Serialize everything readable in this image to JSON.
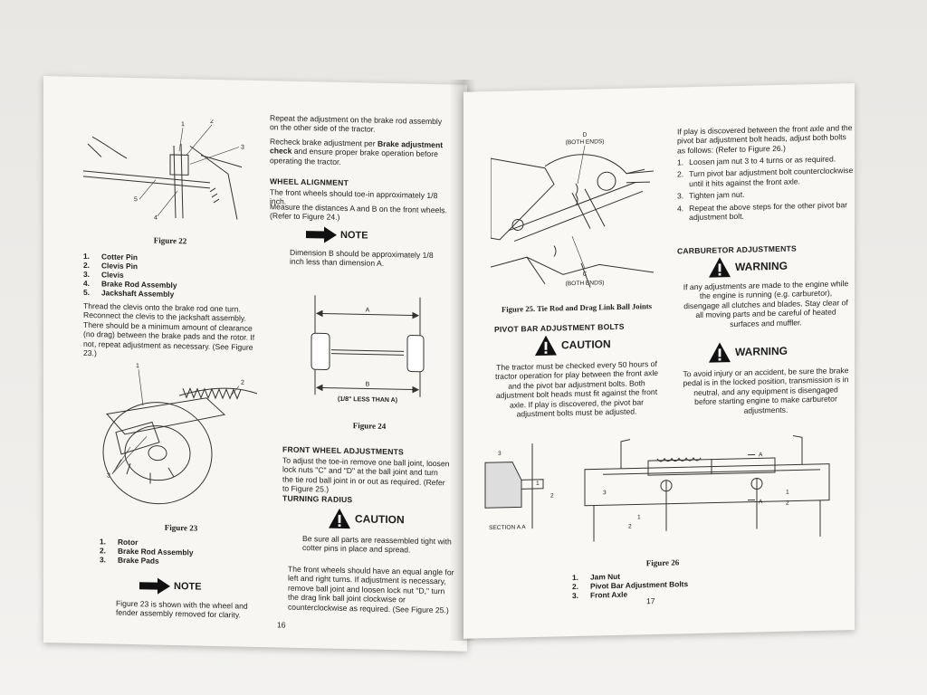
{
  "left_page": {
    "fig22": {
      "callouts": [
        "1",
        "2",
        "3",
        "4",
        "5"
      ],
      "caption": "Figure 22",
      "parts": [
        {
          "num": "1.",
          "label": "Cotter Pin"
        },
        {
          "num": "2.",
          "label": "Clevis Pin"
        },
        {
          "num": "3.",
          "label": "Clevis"
        },
        {
          "num": "4.",
          "label": "Brake Rod Assembly"
        },
        {
          "num": "5.",
          "label": "Jackshaft Assembly"
        }
      ]
    },
    "thread_paragraph": "Thread the clevis onto the brake rod one turn. Reconnect the clevis to the jackshaft assembly. There should be a minimum amount of clearance (no drag) between the brake pads and the rotor. If not, repeat adjustment as necessary. (See Figure 23.)",
    "fig23": {
      "callouts": [
        "1",
        "2",
        "3"
      ],
      "caption": "Figure 23",
      "parts": [
        {
          "num": "1.",
          "label": "Rotor"
        },
        {
          "num": "2.",
          "label": "Brake Rod Assembly"
        },
        {
          "num": "3.",
          "label": "Brake Pads"
        }
      ]
    },
    "note_bottom": {
      "label": "NOTE",
      "text": "Figure 23 is shown with the wheel and fender assembly removed for clarity."
    },
    "col2": {
      "repeat_text": "Repeat the adjustment on the brake rod assembly on the other side of the tractor.",
      "recheck_pre": "Recheck brake adjustment per ",
      "recheck_bold": "Brake adjustment check",
      "recheck_post": " and ensure proper brake operation before operating the tractor.",
      "wheel_alignment_heading": "WHEEL ALIGNMENT",
      "wheel_alignment_text1": "The front wheels should toe-in approximately 1/8 inch.",
      "wheel_alignment_text2": "Measure the distances A and B on the front wheels. (Refer to Figure 24.)",
      "note_label": "NOTE",
      "note_text": "Dimension B should be approximately 1/8 inch less than dimension A.",
      "fig24_a": "A",
      "fig24_b": "B",
      "fig24_dim": "(1/8\" LESS THAN A)",
      "fig24_caption": "Figure 24",
      "fwa_heading": "FRONT WHEEL ADJUSTMENTS",
      "fwa_text": "To adjust the toe-in remove one ball joint, loosen lock nuts \"C\" and \"D\" at the ball joint and turn the tie rod ball joint in or out as required. (Refer to Figure 25.)",
      "turning_heading": "TURNING RADIUS",
      "caution_label": "CAUTION",
      "caution_text": "Be sure all parts are reassembled tight with cotter pins in place and spread.",
      "front_wheels_text": "The front wheels should have an equal angle for left and right turns. If adjustment is necessary, remove ball joint and loosen lock nut \"D,\" turn the drag link ball joint clockwise or counterclockwise as required. (See Figure 25.)"
    },
    "page_number": "16"
  },
  "right_page": {
    "fig25": {
      "label_d": "D",
      "label_both_top": "(BOTH ENDS)",
      "label_both_bottom": "(BOTH ENDS)",
      "label_c": "C",
      "caption": "Figure 25. Tie Rod and Drag Link Ball Joints"
    },
    "pivot_heading": "PIVOT BAR ADJUSTMENT BOLTS",
    "caution_label": "CAUTION",
    "caution_text": "The tractor must be checked every 50 hours of tractor operation for play between the front axle and the pivot bar adjustment bolts. Both adjustment bolt heads must fit against the front axle. If play is discovered, the pivot bar adjustment bolts must be adjusted.",
    "play_text": "If play is discovered between the front axle and the pivot bar adjustment bolt heads, adjust both bolts as follows: (Refer to Figure 26.)",
    "steps": [
      {
        "num": "1.",
        "text": "Loosen jam nut 3 to 4 turns or as required."
      },
      {
        "num": "2.",
        "text": "Turn pivot bar adjustment bolt counterclockwise until it hits against the front axle."
      },
      {
        "num": "3.",
        "text": "Tighten jam nut."
      },
      {
        "num": "4.",
        "text": "Repeat the above steps for the other pivot bar adjustment bolt."
      }
    ],
    "carb_heading": "CARBURETOR ADJUSTMENTS",
    "warning1_label": "WARNING",
    "warning1_text": "If any adjustments are made to the engine while the engine is running (e.g. carburetor), disengage all clutches and blades. Stay clear of all moving parts and be careful of heated surfaces and muffler.",
    "warning2_label": "WARNING",
    "warning2_text": "To avoid injury or an accident, be sure the brake pedal is in the locked position, transmission is in neutral, and any equipment is disengaged before starting engine to make carburetor adjustments.",
    "fig26": {
      "section_label": "SECTION A A",
      "caption": "Figure 26",
      "callouts": [
        "1",
        "2",
        "3"
      ],
      "section_a": "A",
      "parts": [
        {
          "num": "1.",
          "label": "Jam Nut"
        },
        {
          "num": "2.",
          "label": "Pivot Bar Adjustment Bolts"
        },
        {
          "num": "3.",
          "label": "Front Axle"
        }
      ]
    },
    "page_number": "17"
  }
}
